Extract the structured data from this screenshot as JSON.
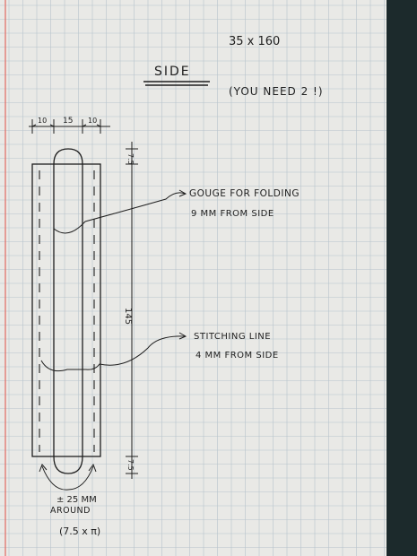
{
  "paper": {
    "background": "#e9e9e6",
    "grid_color": "#b8c4cc",
    "margin_color": "#e26a62",
    "ink_color": "#1e1e1e",
    "cutting_mat_color": "#1c2a2c"
  },
  "header": {
    "dimensions": "35 x 160",
    "title": "SIDE",
    "note": "(YOU NEED 2 !)"
  },
  "width_dims": [
    "10",
    "15",
    "10"
  ],
  "height_dims": [
    "7.5",
    "145",
    "7.5"
  ],
  "annotations": {
    "gouge_line1": "GOUGE FOR FOLDING",
    "gouge_line2": "9 MM FROM SIDE",
    "stitch_line1": "STITCHING LINE",
    "stitch_line2": "4 MM FROM SIDE",
    "around_line1": "± 25 MM",
    "around_line2": "AROUND",
    "around_formula": "(7.5 x π)"
  }
}
